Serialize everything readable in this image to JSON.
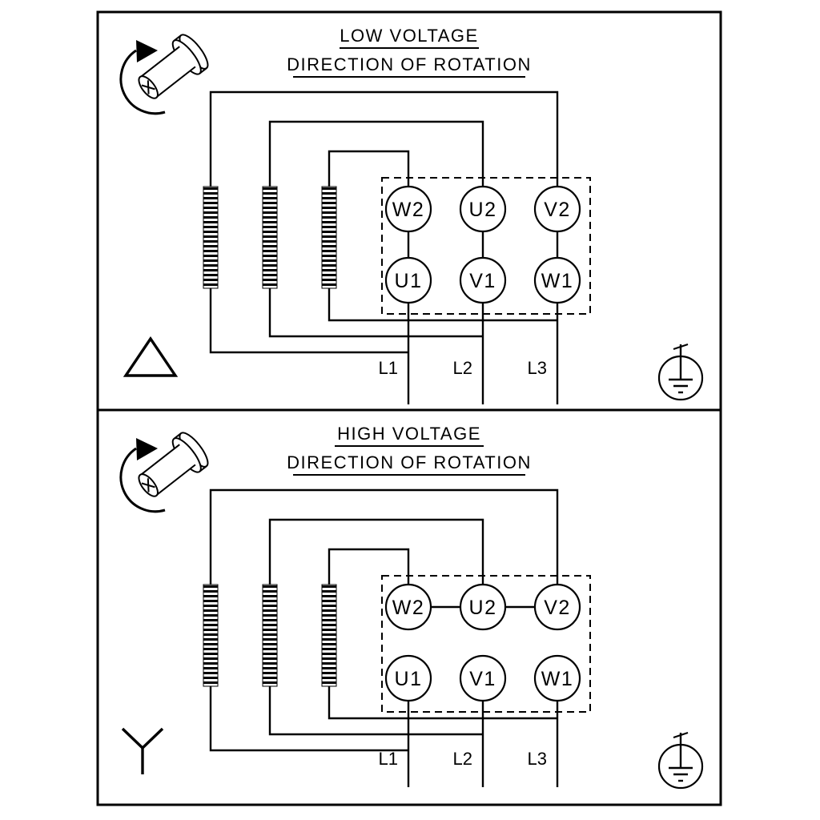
{
  "diagram": {
    "type": "motor-terminal-wiring",
    "colors": {
      "line": "#000000",
      "background": "#ffffff"
    }
  },
  "panels": [
    {
      "id": "low-voltage",
      "title": "LOW VOLTAGE",
      "subtitle": "DIRECTION OF ROTATION",
      "connection": "delta",
      "connection_icon": "delta-connection-icon",
      "terminals_top": [
        "W2",
        "U2",
        "V2"
      ],
      "terminals_bottom": [
        "U1",
        "V1",
        "W1"
      ],
      "line_labels": [
        "L1",
        "L2",
        "L3"
      ],
      "icons": [
        "shaft-rotation-icon",
        "protective-earth-icon"
      ]
    },
    {
      "id": "high-voltage",
      "title": "HIGH VOLTAGE",
      "subtitle": "DIRECTION OF ROTATION",
      "connection": "star",
      "connection_icon": "star-connection-icon",
      "terminals_top": [
        "W2",
        "U2",
        "V2"
      ],
      "terminals_bottom": [
        "U1",
        "V1",
        "W1"
      ],
      "line_labels": [
        "L1",
        "L2",
        "L3"
      ],
      "icons": [
        "shaft-rotation-icon",
        "protective-earth-icon"
      ]
    }
  ]
}
